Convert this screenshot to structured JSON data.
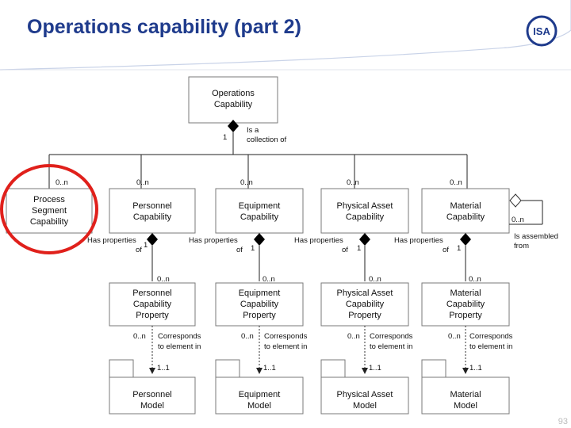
{
  "slide": {
    "title": "Operations capability (part 2)",
    "logo_text": "ISA",
    "page_number": "93"
  },
  "diagram": {
    "root": {
      "line1": "Operations",
      "line2": "Capability"
    },
    "root_multiplicity": "1",
    "root_relation": {
      "line1": "Is a",
      "line2": "collection of"
    },
    "capabilities": [
      {
        "lines": [
          "Process",
          "Segment",
          "Capability"
        ],
        "multiplicity": "0..n"
      },
      {
        "lines": [
          "Personnel",
          "Capability"
        ],
        "multiplicity": "0..n"
      },
      {
        "lines": [
          "Equipment",
          "Capability"
        ],
        "multiplicity": "0..n"
      },
      {
        "lines": [
          "Physical Asset",
          "Capability"
        ],
        "multiplicity": "0..n"
      },
      {
        "lines": [
          "Material",
          "Capability"
        ],
        "multiplicity": "0..n"
      }
    ],
    "has_properties_line1": "Has properties",
    "has_properties_line2": "of",
    "has_properties_multiplicity": "1",
    "property_multiplicity": "0..n",
    "properties": [
      {
        "lines": [
          "Personnel",
          "Capability",
          "Property"
        ]
      },
      {
        "lines": [
          "Equipment",
          "Capability",
          "Property"
        ]
      },
      {
        "lines": [
          "Physical Asset",
          "Capability",
          "Property"
        ]
      },
      {
        "lines": [
          "Material",
          "Capability",
          "Property"
        ]
      }
    ],
    "corresponds_multiplicity": "0..n",
    "corresponds_line1": "Corresponds",
    "corresponds_line2": "to element in",
    "model_multiplicity": "1..1",
    "models": [
      {
        "lines": [
          "Personnel",
          "Model"
        ]
      },
      {
        "lines": [
          "Equipment",
          "Model"
        ]
      },
      {
        "lines": [
          "Physical Asset",
          "Model"
        ]
      },
      {
        "lines": [
          "Material",
          "Model"
        ]
      }
    ],
    "self_relation_multiplicity": "0..n",
    "self_relation": {
      "line1": "Is assembled",
      "line2": "from"
    },
    "highlight_color": "#e0201b"
  }
}
